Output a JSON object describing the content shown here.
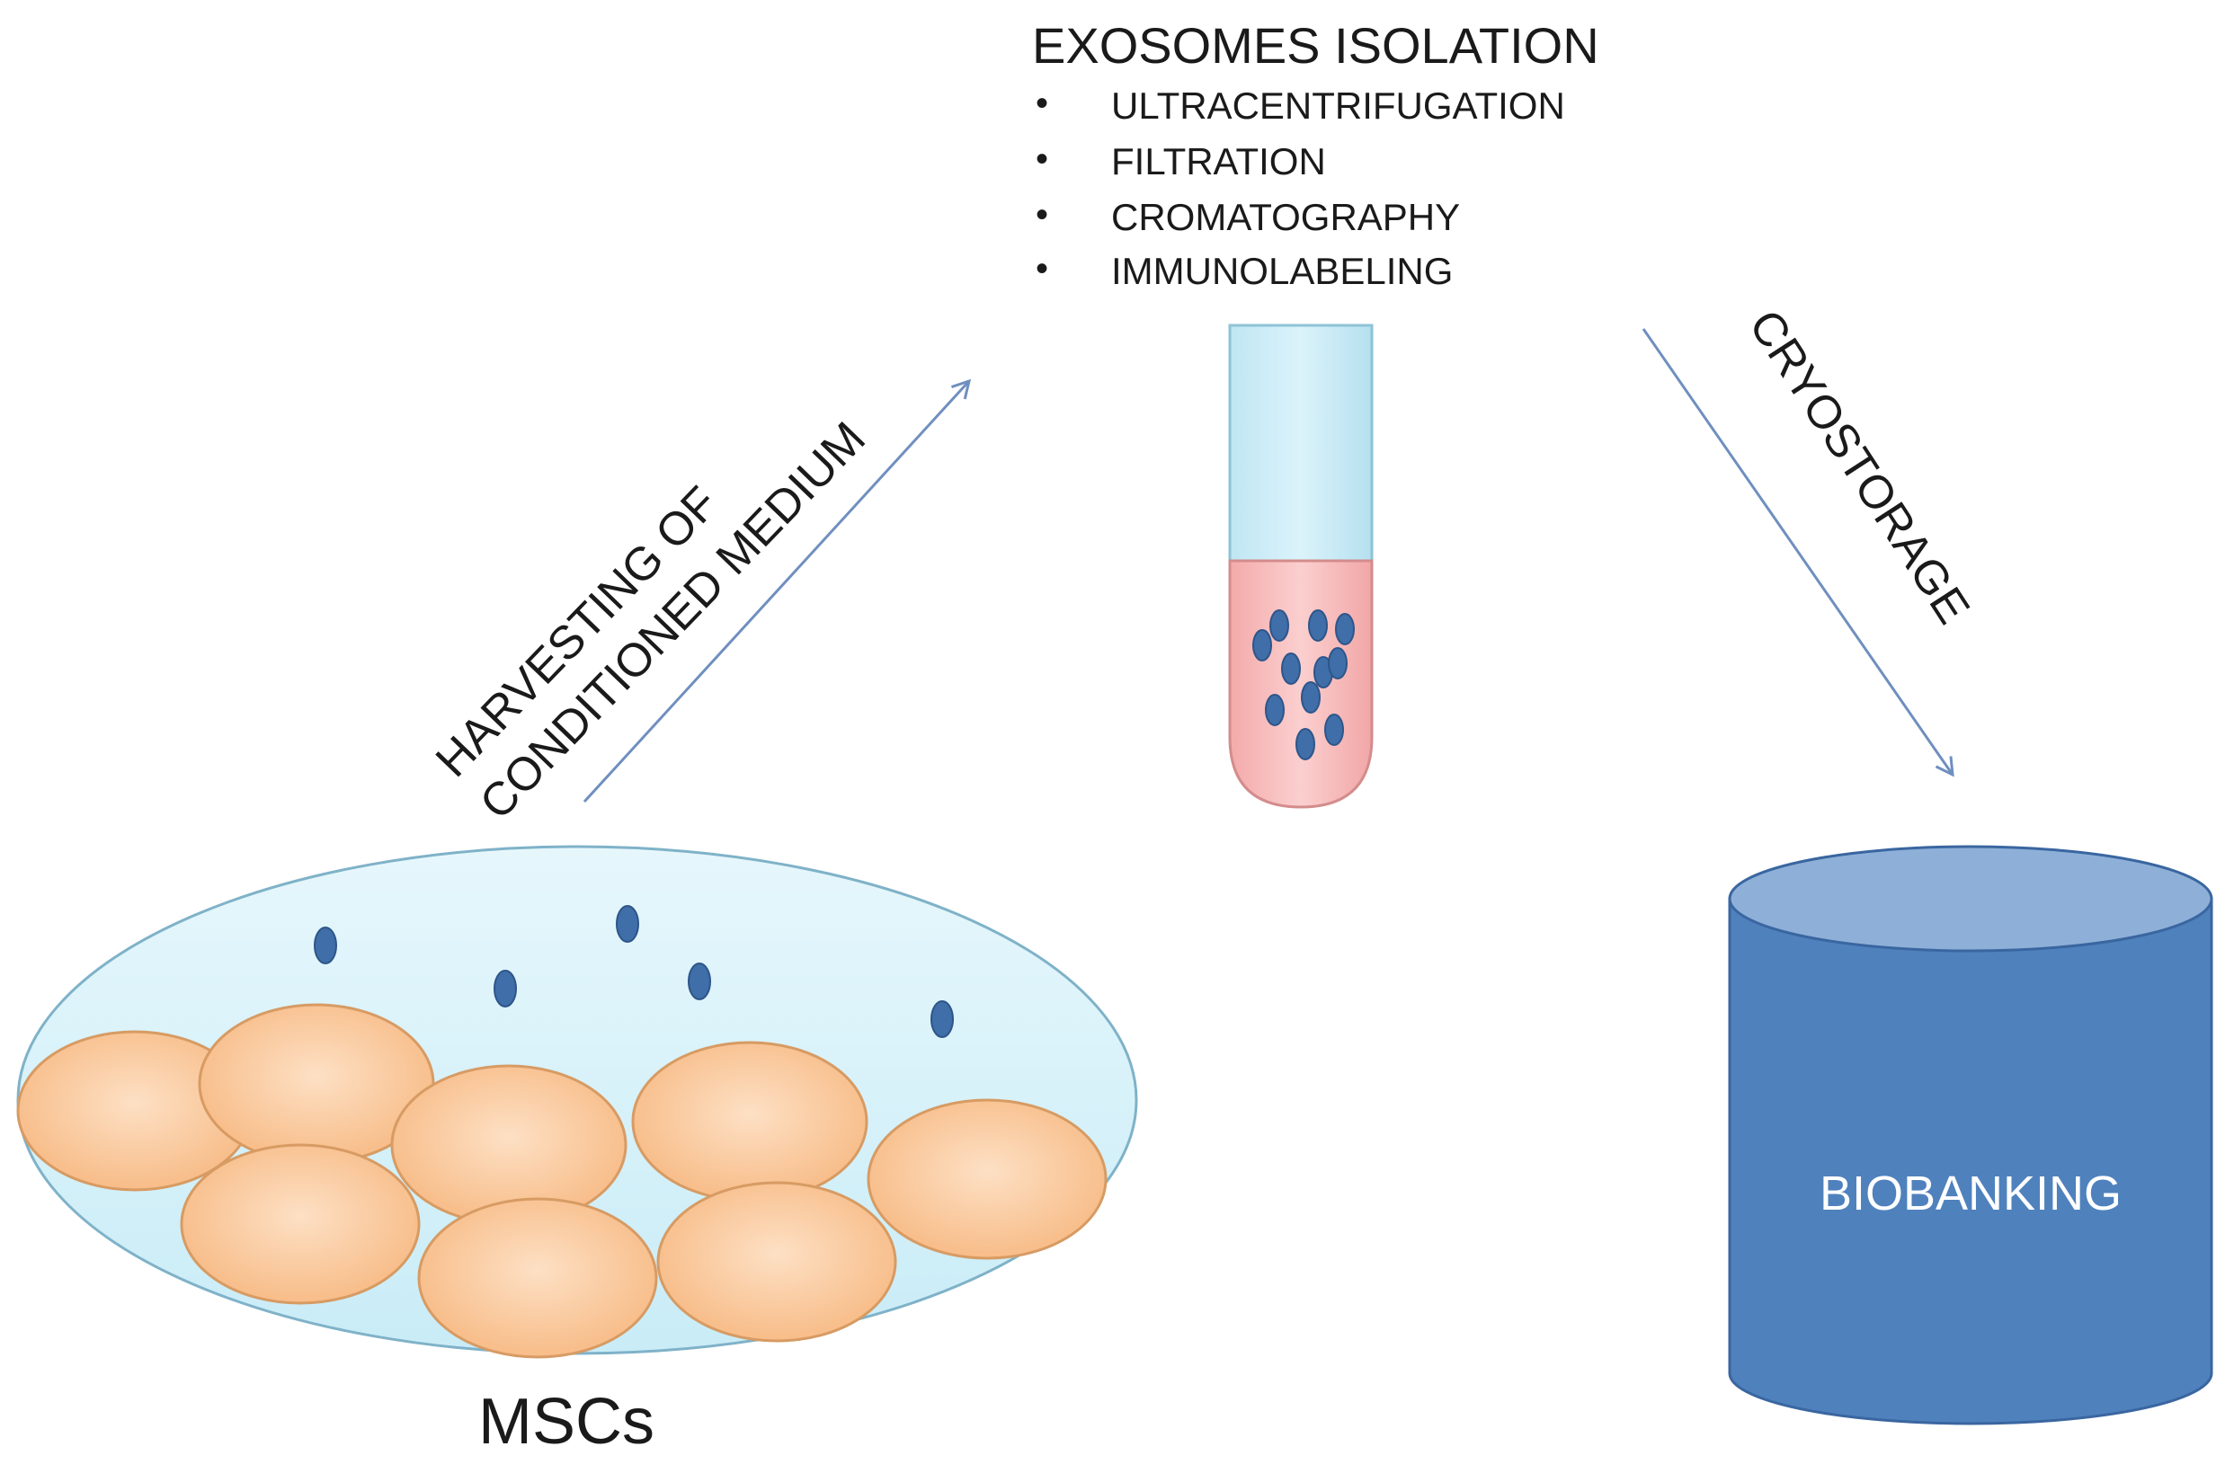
{
  "diagram": {
    "isolation": {
      "title": "EXOSOMES ISOLATION",
      "methods": [
        "ULTRACENTRIFUGATION",
        "FILTRATION",
        "CROMATOGRAPHY",
        "IMMUNOLABELING"
      ]
    },
    "arrows": {
      "harvest_line1": "HARVESTING OF",
      "harvest_line2": "CONDITIONED MEDIUM",
      "cryo": "CRYOSTORAGE"
    },
    "dish_label": "MSCs",
    "biobank_label": "BIOBANKING",
    "colors": {
      "dish_fill": "#dcf3fb",
      "dish_stroke": "#7fb2c8",
      "cell_fill": "#f8c496",
      "cell_stroke": "#d79b63",
      "exosome_fill": "#3f6ea8",
      "tube_top": "#c8ebf6",
      "tube_bottom": "#f6b7b7",
      "cylinder_body": "#4f81bd",
      "cylinder_top": "#8eb0d8",
      "cylinder_stroke": "#3a66a0",
      "arrow": "#6f8fbf"
    }
  }
}
